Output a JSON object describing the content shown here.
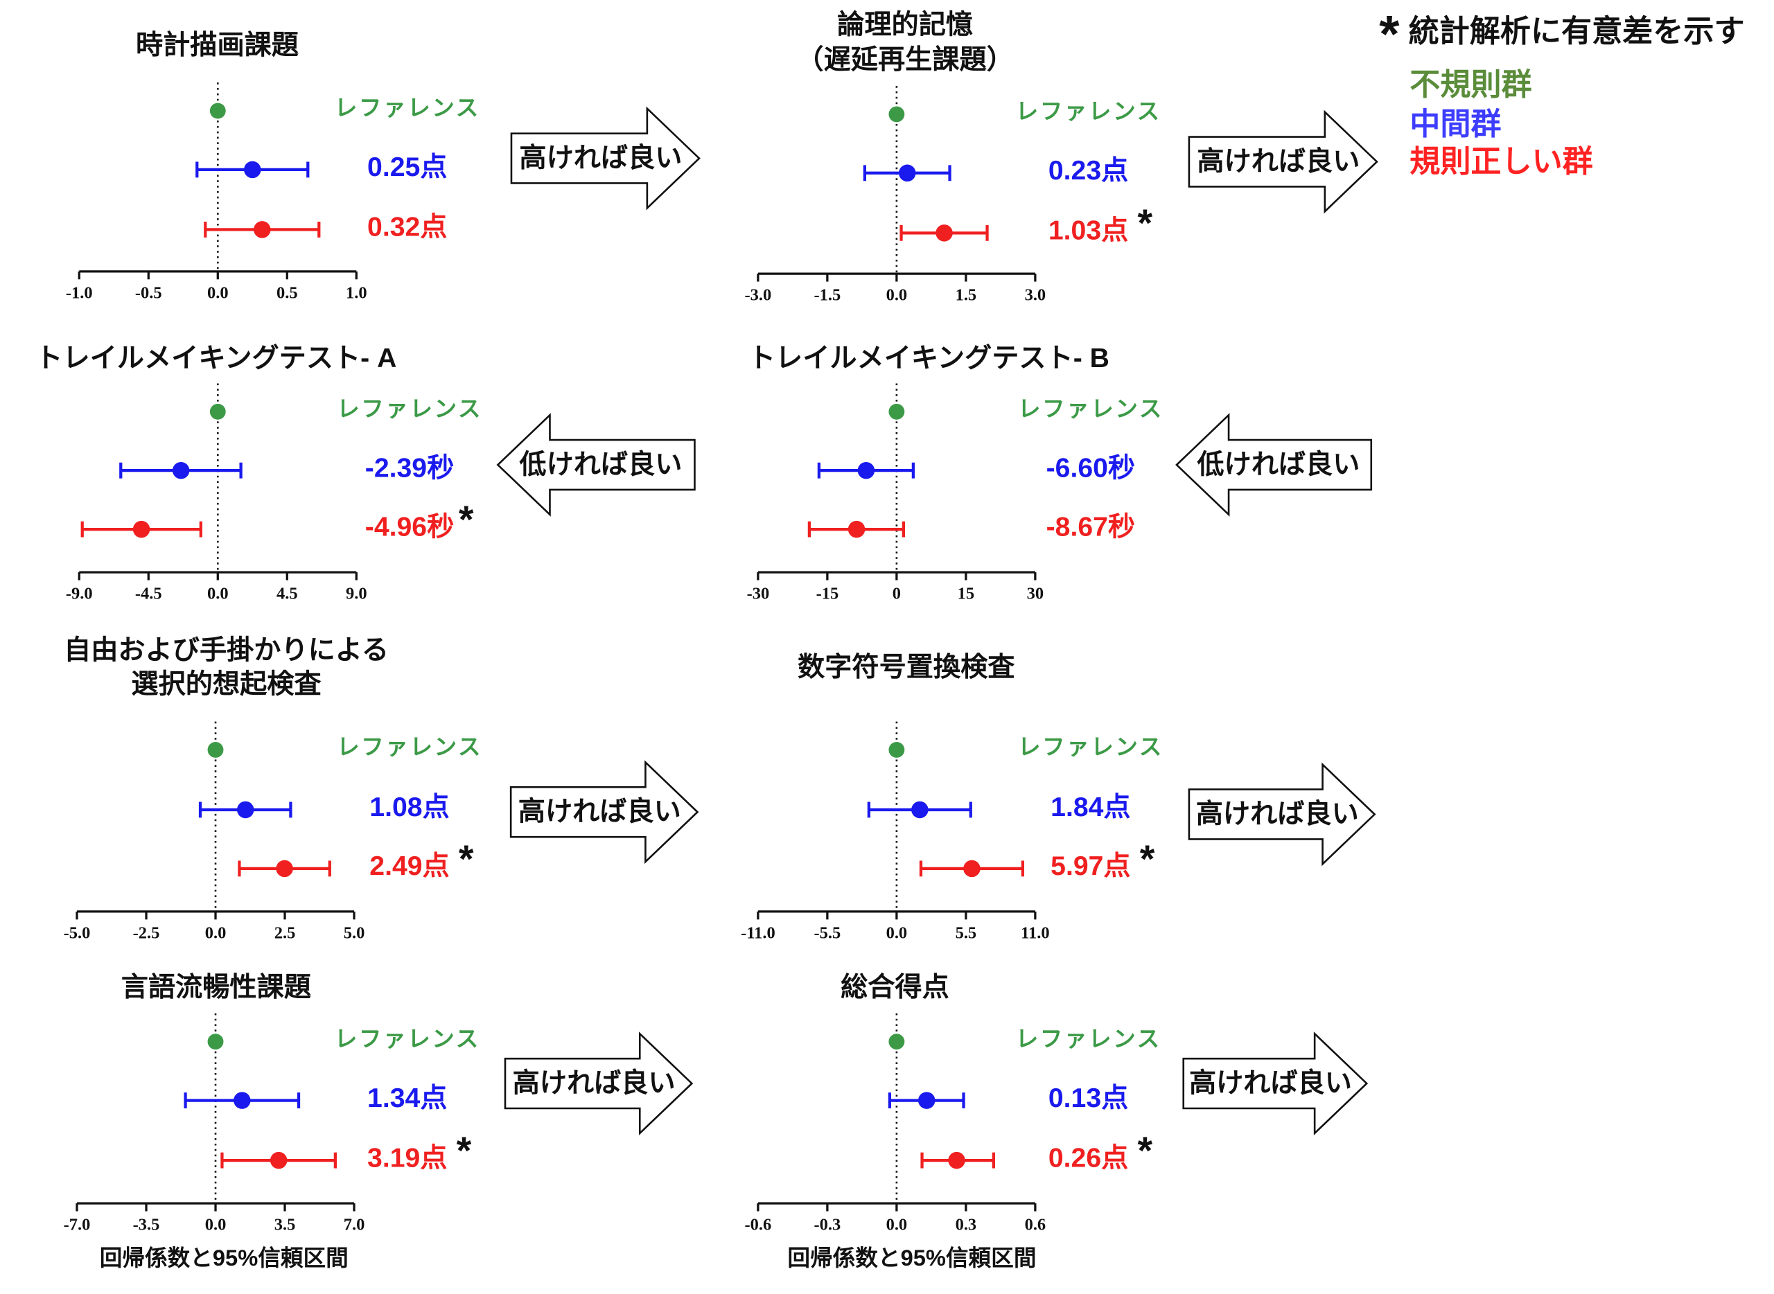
{
  "legend": {
    "asterisk": "*",
    "note": "統計解析に有意差を示す",
    "groups": [
      {
        "label": "不規則群",
        "color": "#5a8c3a"
      },
      {
        "label": "中間群",
        "color": "#3d3dff"
      },
      {
        "label": "規則正しい群",
        "color": "#ff2222"
      }
    ]
  },
  "chart_data": [
    {
      "type": "scatter",
      "title": [
        "時計描画課題"
      ],
      "xlim": [
        -1.0,
        1.0
      ],
      "ticks": [
        "-1.0",
        "-0.5",
        "0.0",
        "0.5",
        "1.0"
      ],
      "reference": {
        "label": "レファレンス",
        "x": 0,
        "color": "#3c9a47"
      },
      "series": [
        {
          "x": 0.25,
          "ci": [
            -0.15,
            0.65
          ],
          "label": "0.25点",
          "color": "#1a1aee"
        },
        {
          "x": 0.32,
          "ci": [
            -0.09,
            0.73
          ],
          "label": "0.32点",
          "color": "#f02020"
        }
      ],
      "arrow": {
        "text": "高ければ良い",
        "direction": "right"
      }
    },
    {
      "type": "scatter",
      "title": [
        "論理的記憶",
        "（遅延再生課題）"
      ],
      "xlim": [
        -3.0,
        3.0
      ],
      "ticks": [
        "-3.0",
        "-1.5",
        "0.0",
        "1.5",
        "3.0"
      ],
      "reference": {
        "label": "レファレンス",
        "x": 0,
        "color": "#3c9a47"
      },
      "series": [
        {
          "x": 0.23,
          "ci": [
            -0.69,
            1.15
          ],
          "label": "0.23点",
          "color": "#1a1aee"
        },
        {
          "x": 1.03,
          "ci": [
            0.1,
            1.96
          ],
          "label": "1.03点",
          "mark": "*",
          "color": "#f02020"
        }
      ],
      "arrow": {
        "text": "高ければ良い",
        "direction": "right"
      }
    },
    {
      "type": "scatter",
      "title": [
        "トレイルメイキングテスト- A"
      ],
      "xlim": [
        -9.0,
        9.0
      ],
      "ticks": [
        "-9.0",
        "-4.5",
        "0.0",
        "4.5",
        "9.0"
      ],
      "reference": {
        "label": "レファレンス",
        "x": 0,
        "color": "#3c9a47"
      },
      "series": [
        {
          "x": -2.39,
          "ci": [
            -6.3,
            1.5
          ],
          "label": "-2.39秒",
          "color": "#1a1aee"
        },
        {
          "x": -4.96,
          "ci": [
            -8.8,
            -1.1
          ],
          "label": "-4.96秒",
          "mark": "*",
          "color": "#f02020"
        }
      ],
      "arrow": {
        "text": "低ければ良い",
        "direction": "left"
      }
    },
    {
      "type": "scatter",
      "title": [
        "トレイルメイキングテスト- B"
      ],
      "xlim": [
        -30,
        30
      ],
      "ticks": [
        "-30",
        "-15",
        "0",
        "15",
        "30"
      ],
      "reference": {
        "label": "レファレンス",
        "x": 0,
        "color": "#3c9a47"
      },
      "series": [
        {
          "x": -6.6,
          "ci": [
            -16.8,
            3.6
          ],
          "label": "-6.60秒",
          "color": "#1a1aee"
        },
        {
          "x": -8.67,
          "ci": [
            -18.9,
            1.5
          ],
          "label": "-8.67秒",
          "color": "#f02020"
        }
      ],
      "arrow": {
        "text": "低ければ良い",
        "direction": "left"
      }
    },
    {
      "type": "scatter",
      "title": [
        "自由および手掛かりによる",
        "選択的想起検査"
      ],
      "xlim": [
        -5.0,
        5.0
      ],
      "ticks": [
        "-5.0",
        "-2.5",
        "0.0",
        "2.5",
        "5.0"
      ],
      "reference": {
        "label": "レファレンス",
        "x": 0,
        "color": "#3c9a47"
      },
      "series": [
        {
          "x": 1.08,
          "ci": [
            -0.55,
            2.71
          ],
          "label": "1.08点",
          "color": "#1a1aee"
        },
        {
          "x": 2.49,
          "ci": [
            0.86,
            4.12
          ],
          "label": "2.49点",
          "mark": "*",
          "color": "#f02020"
        }
      ],
      "arrow": {
        "text": "高ければ良い",
        "direction": "right"
      }
    },
    {
      "type": "scatter",
      "title": [
        "数字符号置換検査"
      ],
      "xlim": [
        -11.0,
        11.0
      ],
      "ticks": [
        "-11.0",
        "-5.5",
        "0.0",
        "5.5",
        "11.0"
      ],
      "reference": {
        "label": "レファレンス",
        "x": 0,
        "color": "#3c9a47"
      },
      "series": [
        {
          "x": 1.84,
          "ci": [
            -2.2,
            5.88
          ],
          "label": "1.84点",
          "color": "#1a1aee"
        },
        {
          "x": 5.97,
          "ci": [
            1.93,
            10.01
          ],
          "label": "5.97点",
          "mark": "*",
          "color": "#f02020"
        }
      ],
      "arrow": {
        "text": "高ければ良い",
        "direction": "right"
      }
    },
    {
      "type": "scatter",
      "title": [
        "言語流暢性課題"
      ],
      "xlim": [
        -7.0,
        7.0
      ],
      "ticks": [
        "-7.0",
        "-3.5",
        "0.0",
        "3.5",
        "7.0"
      ],
      "reference": {
        "label": "レファレンス",
        "x": 0,
        "color": "#3c9a47"
      },
      "series": [
        {
          "x": 1.34,
          "ci": [
            -1.52,
            4.2
          ],
          "label": "1.34点",
          "color": "#1a1aee"
        },
        {
          "x": 3.19,
          "ci": [
            0.33,
            6.05
          ],
          "label": "3.19点",
          "mark": "*",
          "color": "#f02020"
        }
      ],
      "arrow": {
        "text": "高ければ良い",
        "direction": "right"
      },
      "xlabel": "回帰係数と95%信頼区間"
    },
    {
      "type": "scatter",
      "title": [
        "総合得点"
      ],
      "xlim": [
        -0.6,
        0.6
      ],
      "ticks": [
        "-0.6",
        "-0.3",
        "0.0",
        "0.3",
        "0.6"
      ],
      "reference": {
        "label": "レファレンス",
        "x": 0,
        "color": "#3c9a47"
      },
      "series": [
        {
          "x": 0.13,
          "ci": [
            -0.03,
            0.29
          ],
          "label": "0.13点",
          "color": "#1a1aee"
        },
        {
          "x": 0.26,
          "ci": [
            0.11,
            0.42
          ],
          "label": "0.26点",
          "mark": "*",
          "color": "#f02020"
        }
      ],
      "arrow": {
        "text": "高ければ良い",
        "direction": "right"
      },
      "xlabel": "回帰係数と95%信頼区間"
    }
  ]
}
